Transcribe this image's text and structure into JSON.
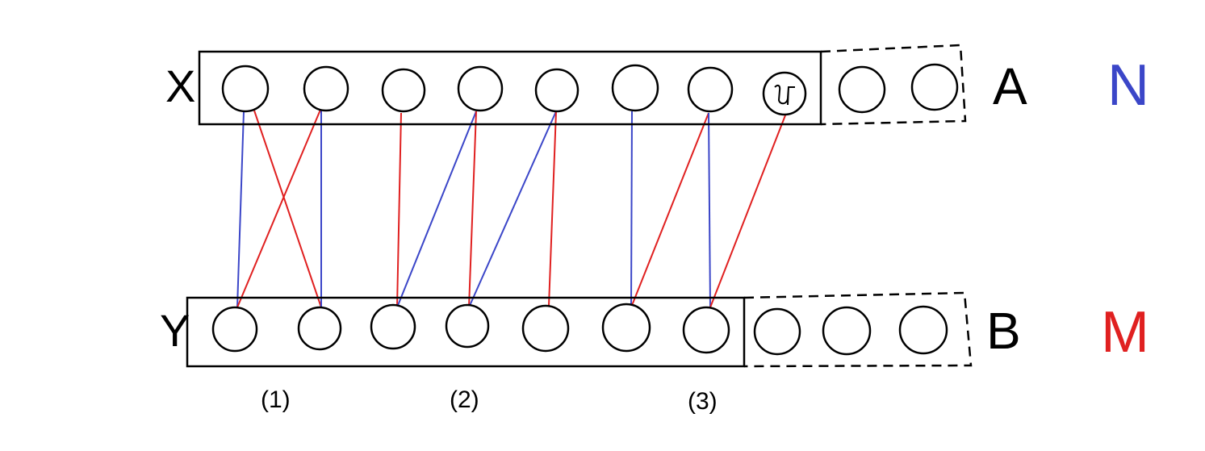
{
  "labels": {
    "top_row": "X",
    "bottom_row": "Y",
    "top_set": "A",
    "bottom_set": "B",
    "group_1": "(1)",
    "group_2": "(2)",
    "group_3": "(3)"
  },
  "legend": {
    "blue": {
      "text": "N",
      "color": "#3b46c8"
    },
    "red": {
      "text": "M",
      "color": "#e02020"
    }
  },
  "top_nodes_in_box": 8,
  "top_nodes_outside": 2,
  "bottom_nodes_in_box": 7,
  "bottom_nodes_outside": 3,
  "special_node": {
    "row": "top",
    "index": 7,
    "glyph": "ᔑ"
  },
  "edges": [
    {
      "from": 0,
      "to": 0,
      "color": "blue"
    },
    {
      "from": 0,
      "to": 1,
      "color": "red"
    },
    {
      "from": 1,
      "to": 0,
      "color": "red"
    },
    {
      "from": 1,
      "to": 1,
      "color": "blue"
    },
    {
      "from": 2,
      "to": 2,
      "color": "red"
    },
    {
      "from": 3,
      "to": 2,
      "color": "blue"
    },
    {
      "from": 3,
      "to": 3,
      "color": "red"
    },
    {
      "from": 4,
      "to": 3,
      "color": "blue"
    },
    {
      "from": 4,
      "to": 4,
      "color": "red"
    },
    {
      "from": 5,
      "to": 5,
      "color": "blue"
    },
    {
      "from": 6,
      "to": 5,
      "color": "red"
    },
    {
      "from": 6,
      "to": 6,
      "color": "blue"
    },
    {
      "from": 7,
      "to": 6,
      "color": "red"
    }
  ]
}
